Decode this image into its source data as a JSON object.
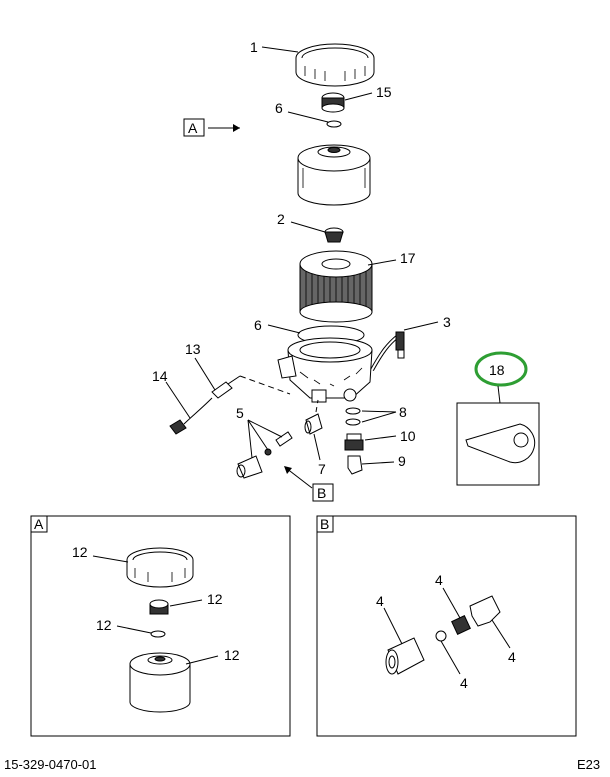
{
  "main": {
    "view_a_flag": "A",
    "view_b_flag": "B",
    "callouts": {
      "c1": "1",
      "c15": "15",
      "c6a": "6",
      "c2": "2",
      "c17": "17",
      "c6b": "6",
      "c3": "3",
      "c13": "13",
      "c14": "14",
      "c5": "5",
      "c8": "8",
      "c10": "10",
      "c7": "7",
      "c9": "9",
      "c18": "18"
    },
    "highlight_color": "#2e9e33"
  },
  "detail_a": {
    "label": "A",
    "callouts": {
      "a1": "12",
      "a2": "12",
      "a3": "12",
      "a4": "12"
    }
  },
  "detail_b": {
    "label": "B",
    "callouts": {
      "b1": "4",
      "b2": "4",
      "b3": "4",
      "b4": "4"
    }
  },
  "footer": {
    "drawing_number": "15-329-0470-01",
    "page_code": "E23"
  }
}
